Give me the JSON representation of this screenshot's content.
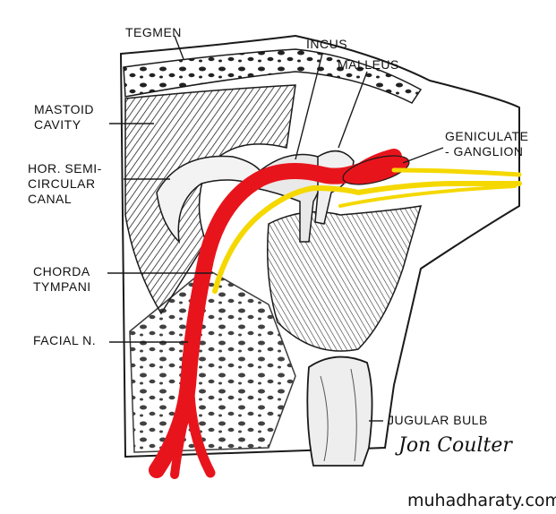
{
  "labels": {
    "tegmen": "TEGMEN",
    "incus": "INCUS",
    "malleus": "MALLEUS",
    "mastoid_1": "MASTOID",
    "mastoid_2": "CAVITY",
    "geniculate_1": "GENICULATE",
    "geniculate_2": "- GANGLION",
    "hor_1": "HOR. SEMI-",
    "hor_2": "CIRCULAR",
    "hor_3": "CANAL",
    "chorda_1": "CHORDA",
    "chorda_2": "TYMPANI",
    "facial": "FACIAL N.",
    "jugular": "JUGULAR BULB"
  },
  "signature": "Jon Coulter",
  "watermark": "muhadharaty.com",
  "colors": {
    "facial_nerve": "#e8141c",
    "chorda_tympani": "#f5d800",
    "ink": "#1a1a1a"
  }
}
